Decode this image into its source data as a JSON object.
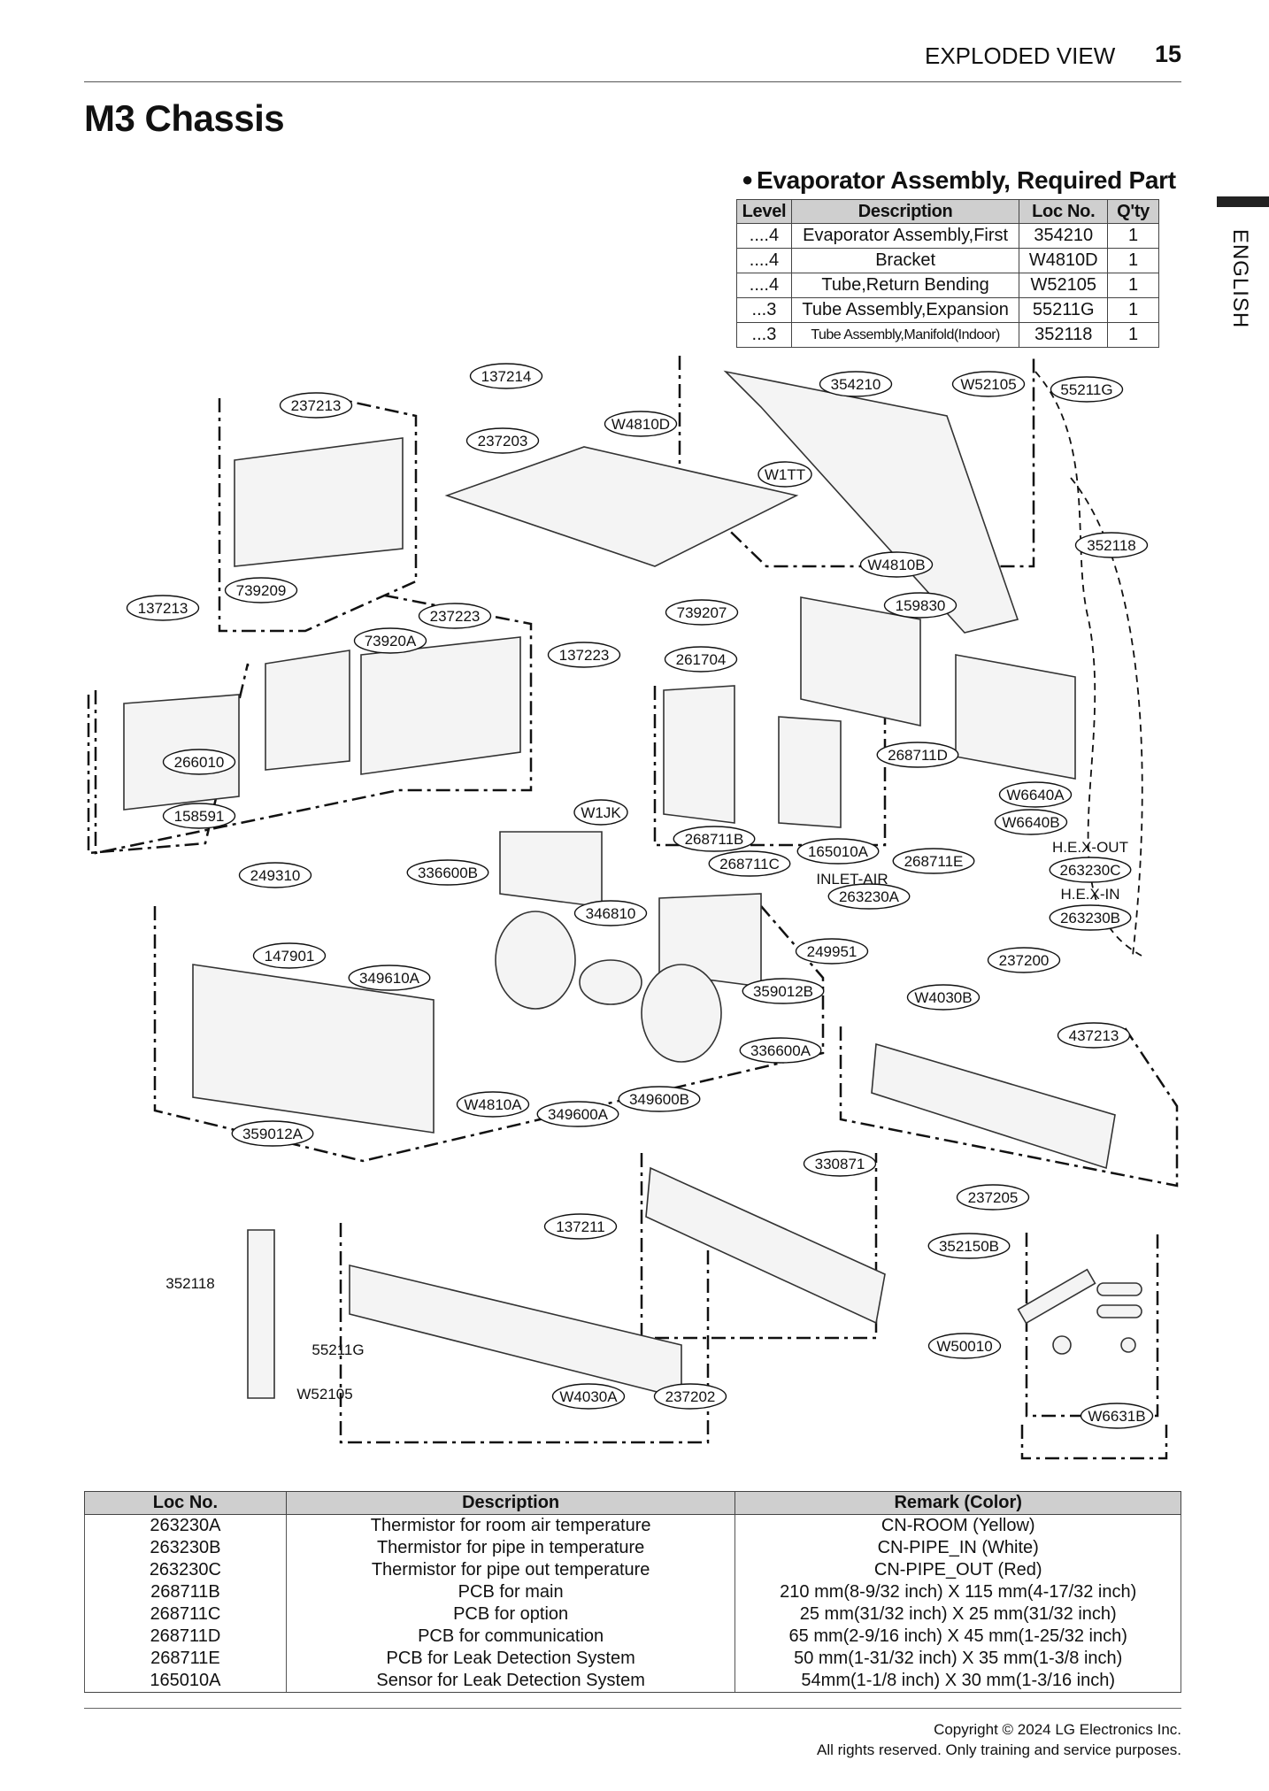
{
  "header": {
    "section": "EXPLODED VIEW",
    "page": "15"
  },
  "title": "M3 Chassis",
  "sidebar": {
    "language": "ENGLISH"
  },
  "required_parts": {
    "title": "Evaporator Assembly, Required Part",
    "headers": [
      "Level",
      "Description",
      "Loc No.",
      "Q'ty"
    ],
    "rows": [
      [
        "....4",
        "Evaporator Assembly,First",
        "354210",
        "1"
      ],
      [
        "....4",
        "Bracket",
        "W4810D",
        "1"
      ],
      [
        "....4",
        "Tube,Return Bending",
        "W52105",
        "1"
      ],
      [
        "...3",
        "Tube Assembly,Expansion",
        "55211G",
        "1"
      ],
      [
        "...3",
        "Tube Assembly,Manifold(Indoor)",
        "352118",
        "1"
      ]
    ]
  },
  "callouts": [
    {
      "label": "137214"
    },
    {
      "label": "237213"
    },
    {
      "label": "237203"
    },
    {
      "label": "W4810D"
    },
    {
      "label": "354210"
    },
    {
      "label": "W52105"
    },
    {
      "label": "55211G"
    },
    {
      "label": "W1TT"
    },
    {
      "label": "352118"
    },
    {
      "label": "W4810B"
    },
    {
      "label": "137213"
    },
    {
      "label": "739209"
    },
    {
      "label": "237223"
    },
    {
      "label": "739207"
    },
    {
      "label": "159830"
    },
    {
      "label": "73920A"
    },
    {
      "label": "137223"
    },
    {
      "label": "261704"
    },
    {
      "label": "266010"
    },
    {
      "label": "268711D"
    },
    {
      "label": "158591"
    },
    {
      "label": "W1JK"
    },
    {
      "label": "W6640A"
    },
    {
      "label": "W6640B"
    },
    {
      "label": "268711B"
    },
    {
      "label": "165010A"
    },
    {
      "label": "H.E.X-OUT"
    },
    {
      "label": "249310"
    },
    {
      "label": "336600B"
    },
    {
      "label": "268711C"
    },
    {
      "label": "268711E"
    },
    {
      "label": "263230C"
    },
    {
      "label": "INLET-AIR"
    },
    {
      "label": "263230A"
    },
    {
      "label": "H.E.X-IN"
    },
    {
      "label": "346810"
    },
    {
      "label": "263230B"
    },
    {
      "label": "249951"
    },
    {
      "label": "147901"
    },
    {
      "label": "237200"
    },
    {
      "label": "349610A"
    },
    {
      "label": "359012B"
    },
    {
      "label": "W4030B"
    },
    {
      "label": "437213"
    },
    {
      "label": "336600A"
    },
    {
      "label": "W4810A"
    },
    {
      "label": "349600B"
    },
    {
      "label": "349600A"
    },
    {
      "label": "359012A"
    },
    {
      "label": "330871"
    },
    {
      "label": "237205"
    },
    {
      "label": "137211"
    },
    {
      "label": "352150B"
    },
    {
      "label": "352118"
    },
    {
      "label": "55211G"
    },
    {
      "label": "W50010"
    },
    {
      "label": "W52105"
    },
    {
      "label": "W4030A"
    },
    {
      "label": "237202"
    },
    {
      "label": "W6631B"
    }
  ],
  "spec_table": {
    "headers": [
      "Loc No.",
      "Description",
      "Remark (Color)"
    ],
    "rows": [
      [
        "263230A",
        "Thermistor for room air temperature",
        "CN-ROOM (Yellow)"
      ],
      [
        "263230B",
        "Thermistor for pipe in temperature",
        "CN-PIPE_IN (White)"
      ],
      [
        "263230C",
        "Thermistor for pipe out temperature",
        "CN-PIPE_OUT (Red)"
      ],
      [
        "268711B",
        "PCB for main",
        "210 mm(8-9/32 inch) X 115 mm(4-17/32 inch)"
      ],
      [
        "268711C",
        "PCB for option",
        "25 mm(31/32 inch) X 25 mm(31/32 inch)"
      ],
      [
        "268711D",
        "PCB for communication",
        "65 mm(2-9/16 inch) X 45 mm(1-25/32 inch)"
      ],
      [
        "268711E",
        "PCB for Leak Detection System",
        "50 mm(1-31/32 inch) X 35 mm(1-3/8 inch)"
      ],
      [
        "165010A",
        "Sensor for Leak Detection System",
        "54mm(1-1/8 inch) X 30 mm(1-3/16 inch)"
      ]
    ]
  },
  "footer": {
    "copyright": "Copyright © 2024 LG Electronics Inc.",
    "rights": "All rights reserved. Only training and service purposes."
  }
}
